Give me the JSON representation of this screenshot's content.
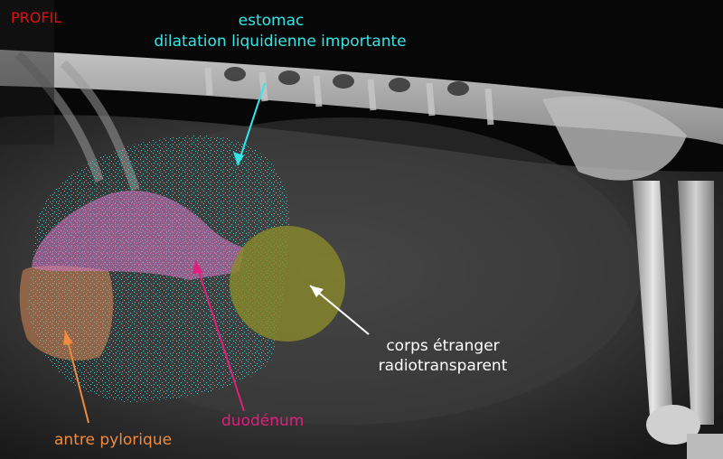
{
  "view_label": "PROFIL",
  "annotations": {
    "stomach": {
      "title": "estomac",
      "subtitle": "dilatation liquidienne importante",
      "color": "#35e6e6"
    },
    "foreign_body": {
      "line1": "corps étranger",
      "line2": "radiotransparent",
      "color": "#ffffff",
      "region_color": "#9a9a2a"
    },
    "duodenum": {
      "label": "duodénum",
      "color": "#e0207e"
    },
    "pyloric_antrum": {
      "label": "antre pylorique",
      "color": "#f08a3c"
    }
  },
  "colors": {
    "view_label": "#e01010"
  }
}
